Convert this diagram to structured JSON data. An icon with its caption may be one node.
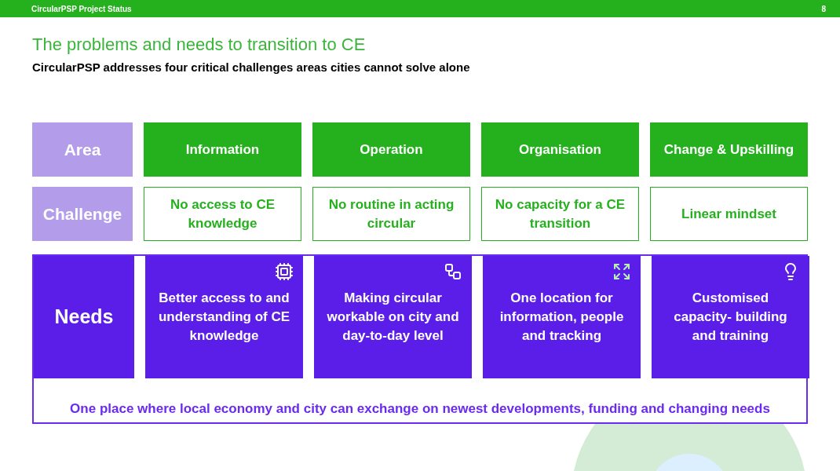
{
  "diagram": {
    "title": "The problems and needs to transition to CE",
    "nodes": [
      {
        "text": [
          "Area"
        ]
      },
      {
        "text": [
          "Information"
        ]
      },
      {
        "text": [
          "Operation"
        ]
      },
      {
        "text": [
          "Organisation"
        ]
      },
      {
        "text": [
          "Change & Upskilling"
        ]
      },
      {
        "text": [
          "Challenge"
        ]
      },
      {
        "text": [
          "No access to CE knowledge"
        ]
      },
      {
        "text": [
          "No routine in acting circular"
        ]
      },
      {
        "text": [
          "No capacity for a CE transition"
        ]
      },
      {
        "text": [
          "Linear mindset"
        ]
      },
      {
        "text": [
          "One place where local economy and city can exchange on newest developments, funding and changing needs"
        ]
      },
      {
        "text": [
          "Needs"
        ],
        "in": 10
      },
      {
        "text": [
          "Better access to and understanding of CE knowledge"
        ],
        "in": 10
      },
      {
        "text": [
          "Making circular workable on city and day-to-day level"
        ],
        "in": 10
      },
      {
        "text": [
          "One location for information, people and tracking"
        ],
        "in": 10
      },
      {
        "text": [
          "Customised capacity- building and training"
        ],
        "in": 10
      }
    ],
    "labels": [
      "CircularPSP Project Status",
      "8",
      "CircularPSP addresses four critical challenges areas cities cannot solve alone"
    ]
  }
}
